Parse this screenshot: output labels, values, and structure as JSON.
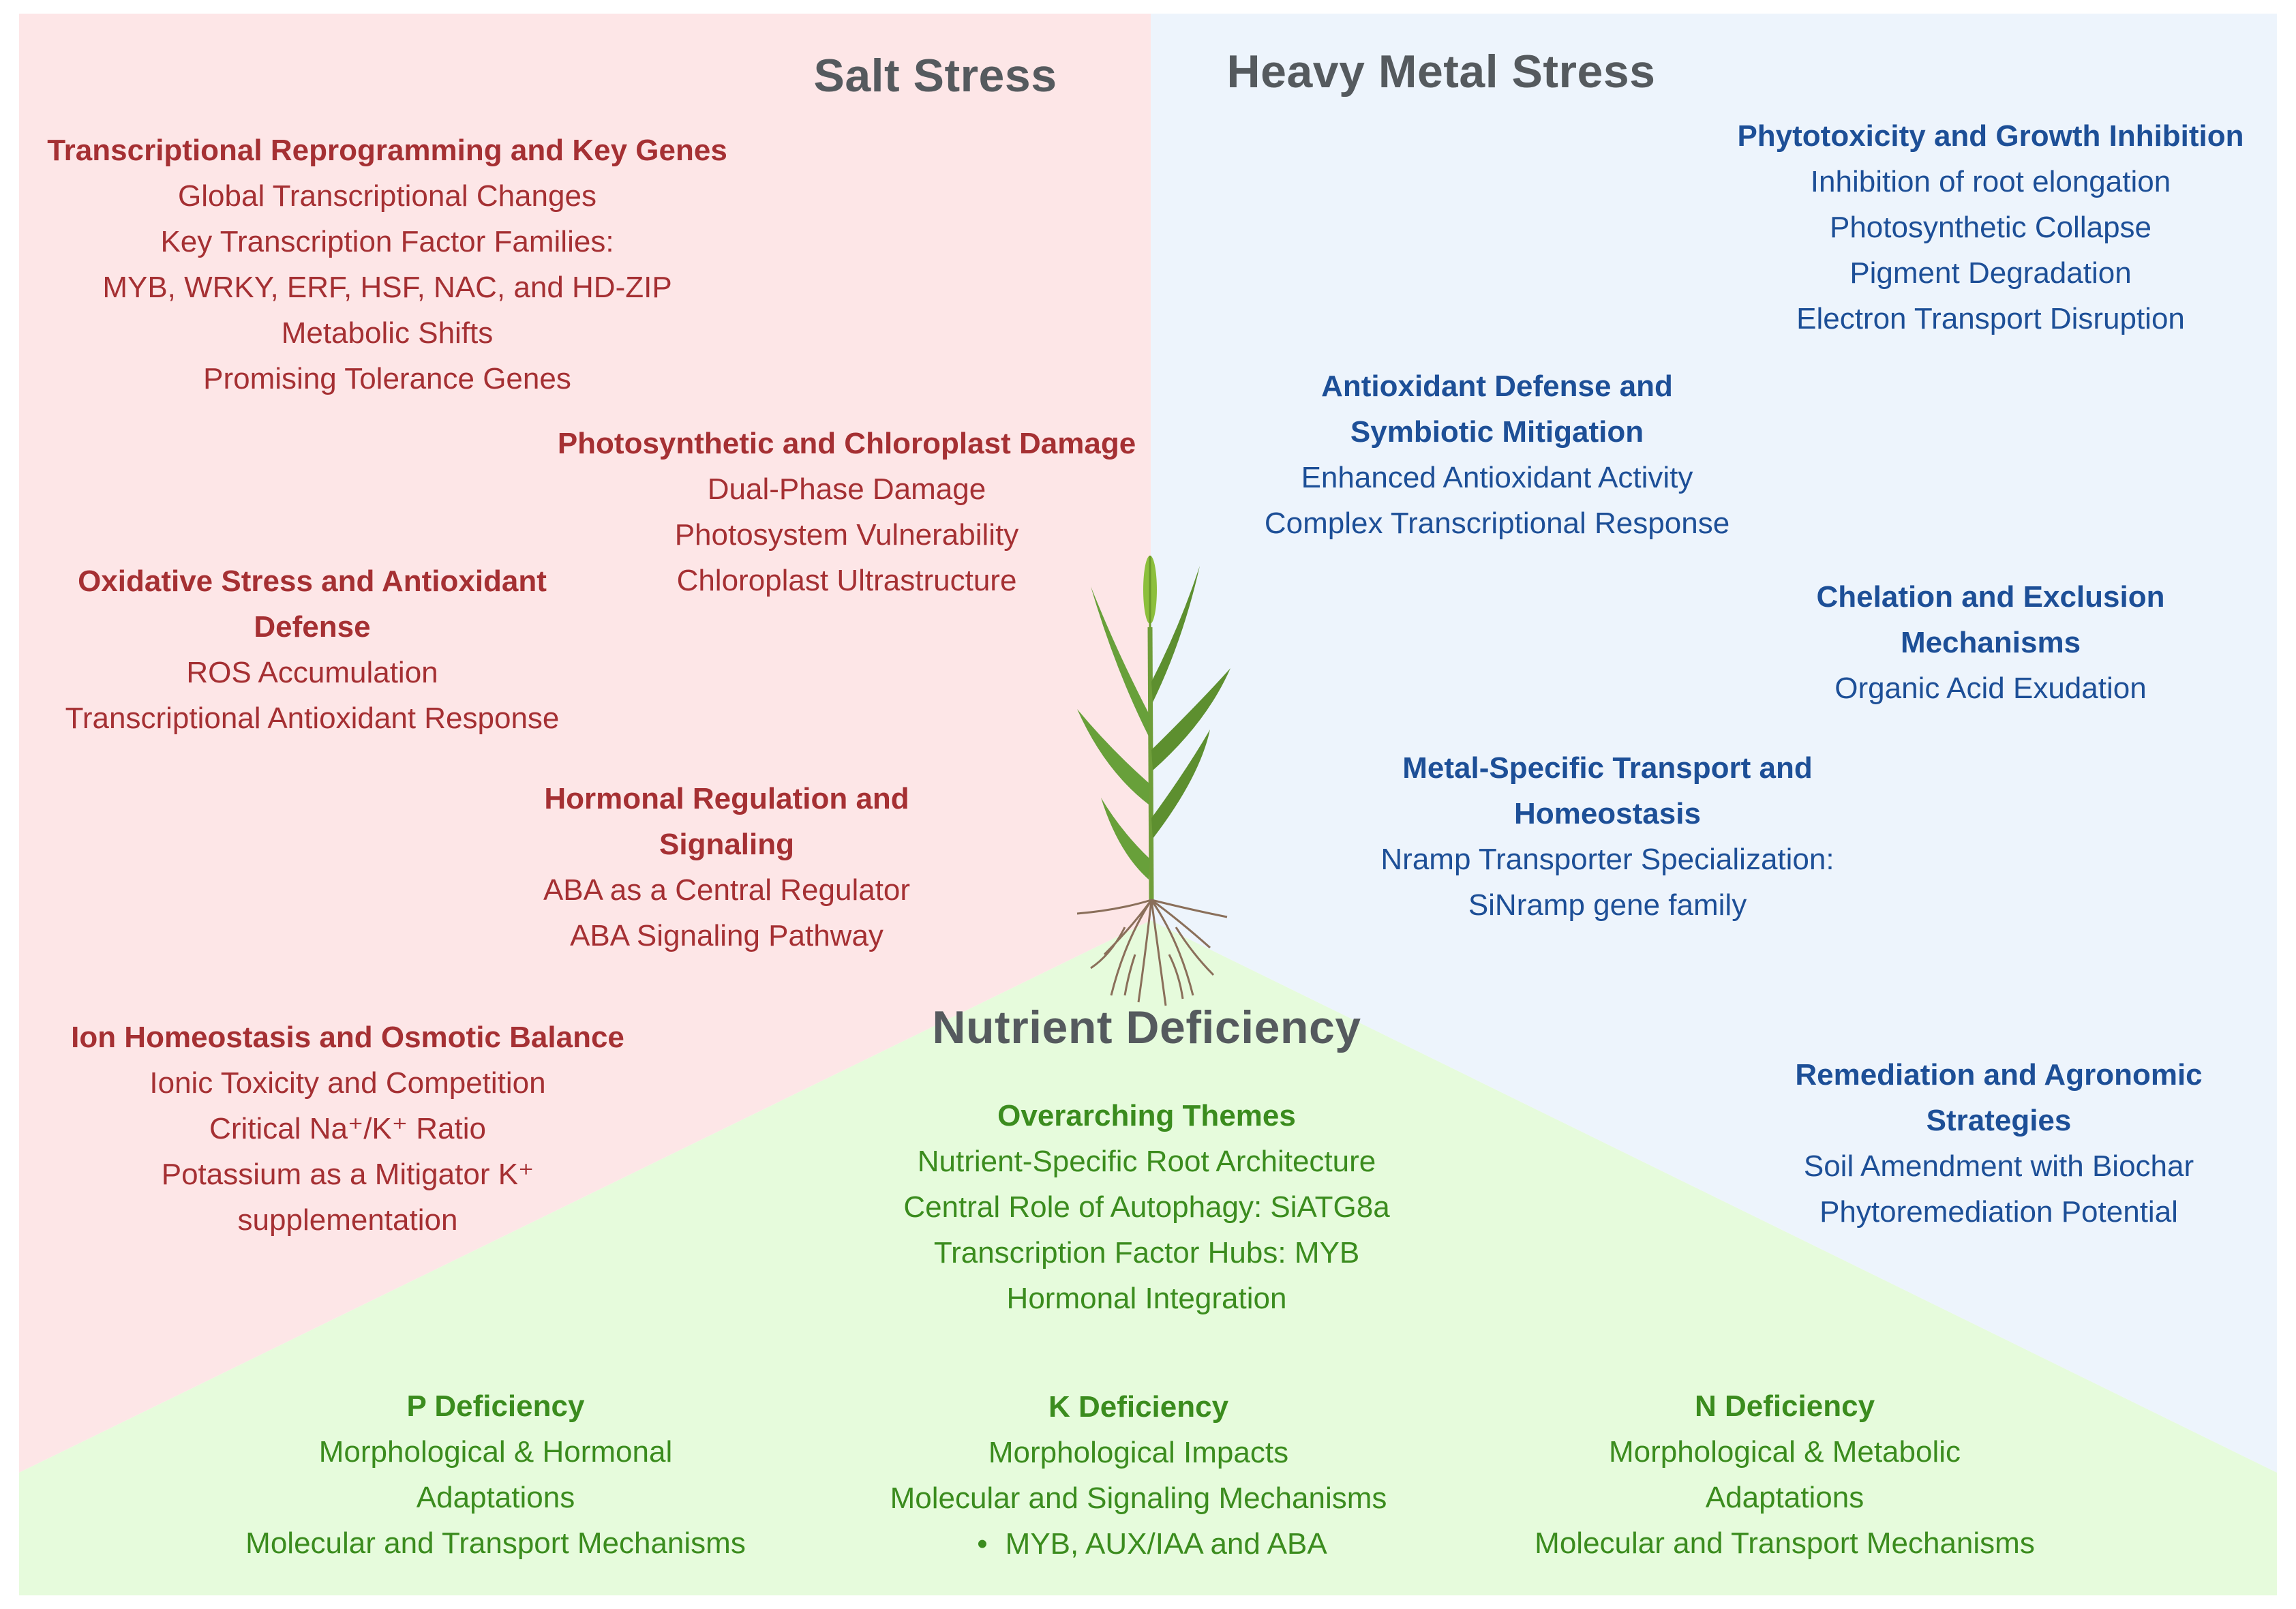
{
  "colors": {
    "salt_bg": "#fde6e7",
    "metal_bg": "#edf4fc",
    "nutrient_bg": "#e6fbdc",
    "salt_text": "#a53033",
    "metal_text": "#1d4f97",
    "nutrient_text": "#3b8c1e",
    "header_text": "#555a5e"
  },
  "sections": {
    "salt": {
      "title": "Salt Stress",
      "blocks": {
        "transcriptional": {
          "title": "Transcriptional Reprogramming and Key Genes",
          "items": [
            "Global Transcriptional Changes",
            "Key Transcription Factor Families:",
            "MYB, WRKY, ERF, HSF, NAC, and HD-ZIP",
            "Metabolic Shifts",
            "Promising Tolerance Genes"
          ]
        },
        "photosynthetic": {
          "title": "Photosynthetic and Chloroplast Damage",
          "items": [
            "Dual-Phase Damage",
            "Photosystem Vulnerability",
            "Chloroplast Ultrastructure"
          ]
        },
        "oxidative": {
          "title_lines": [
            "Oxidative Stress and Antioxidant",
            "Defense"
          ],
          "items": [
            "ROS Accumulation",
            "Transcriptional Antioxidant Response"
          ]
        },
        "hormonal": {
          "title_lines": [
            "Hormonal Regulation and",
            "Signaling"
          ],
          "items": [
            "ABA as a Central Regulator",
            "ABA Signaling Pathway"
          ]
        },
        "ion": {
          "title": "Ion Homeostasis and Osmotic Balance",
          "items": [
            "Ionic Toxicity and Competition",
            "Critical Na⁺/K⁺ Ratio",
            "Potassium as a Mitigator K⁺",
            "supplementation"
          ]
        }
      }
    },
    "metal": {
      "title": "Heavy Metal Stress",
      "blocks": {
        "phytotoxicity": {
          "title": "Phytotoxicity and Growth Inhibition",
          "items": [
            "Inhibition of root elongation",
            "Photosynthetic Collapse",
            "Pigment Degradation",
            "Electron Transport Disruption"
          ]
        },
        "antioxidant": {
          "title_lines": [
            "Antioxidant Defense and",
            "Symbiotic Mitigation"
          ],
          "items": [
            "Enhanced Antioxidant Activity",
            "Complex Transcriptional Response"
          ]
        },
        "chelation": {
          "title_lines": [
            "Chelation and Exclusion",
            "Mechanisms"
          ],
          "items": [
            "Organic Acid Exudation"
          ]
        },
        "transport": {
          "title_lines": [
            "Metal-Specific Transport and",
            "Homeostasis"
          ],
          "items": [
            "Nramp Transporter Specialization:",
            "SiNramp gene family"
          ]
        },
        "remediation": {
          "title_lines": [
            "Remediation and Agronomic",
            "Strategies"
          ],
          "items": [
            "Soil Amendment with Biochar",
            "Phytoremediation Potential"
          ]
        }
      }
    },
    "nutrient": {
      "title": "Nutrient Deficiency",
      "blocks": {
        "overarching": {
          "title": "Overarching Themes",
          "items": [
            "Nutrient-Specific Root Architecture",
            "Central Role of Autophagy: SiATG8a",
            "Transcription Factor Hubs: MYB",
            "Hormonal Integration"
          ]
        },
        "p": {
          "title": "P Deficiency",
          "items": [
            "Morphological & Hormonal",
            "Adaptations",
            "Molecular and Transport Mechanisms"
          ]
        },
        "k": {
          "title": "K Deficiency",
          "items": [
            "Morphological Impacts",
            "Molecular and Signaling Mechanisms"
          ],
          "bullet": "MYB, AUX/IAA and ABA"
        },
        "n": {
          "title": "N Deficiency",
          "items": [
            "Morphological & Metabolic",
            "Adaptations",
            "Molecular and Transport Mechanisms"
          ]
        }
      }
    }
  },
  "center_image": "millet-plant-with-roots"
}
